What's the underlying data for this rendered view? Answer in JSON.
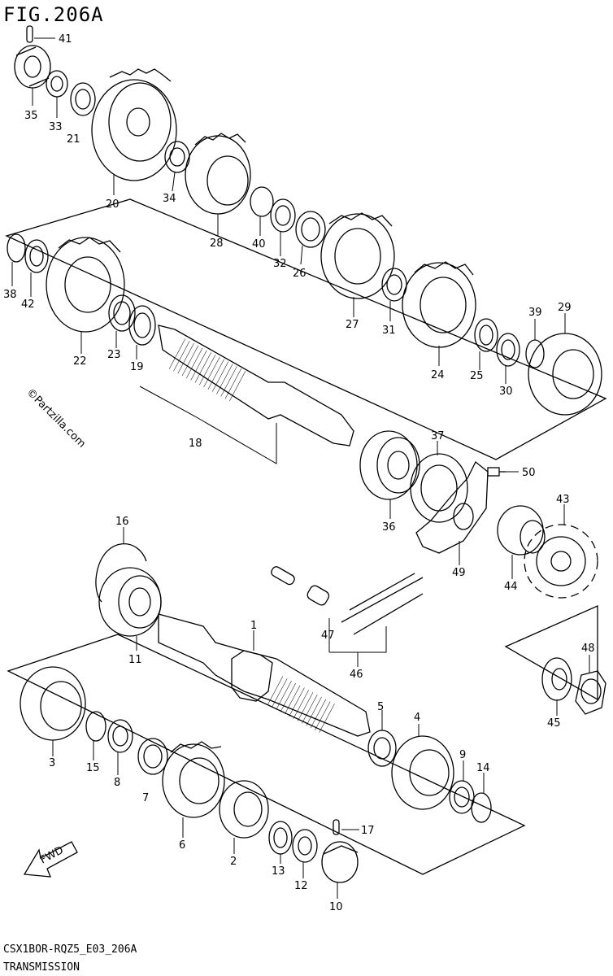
{
  "figure": {
    "title": "FIG.206A",
    "footer_code": "CSX1BOR-RQZ5_E03_206A",
    "footer_name": "TRANSMISSION",
    "watermark": "©Partzilla.com",
    "fwd_label": "FWD"
  },
  "callouts": [
    {
      "id": "41",
      "text": "41"
    },
    {
      "id": "35",
      "text": "35"
    },
    {
      "id": "33",
      "text": "33"
    },
    {
      "id": "21",
      "text": "21"
    },
    {
      "id": "20",
      "text": "20"
    },
    {
      "id": "34",
      "text": "34"
    },
    {
      "id": "28",
      "text": "28"
    },
    {
      "id": "40",
      "text": "40"
    },
    {
      "id": "32",
      "text": "32"
    },
    {
      "id": "26",
      "text": "26"
    },
    {
      "id": "27",
      "text": "27"
    },
    {
      "id": "31",
      "text": "31"
    },
    {
      "id": "24",
      "text": "24"
    },
    {
      "id": "25",
      "text": "25"
    },
    {
      "id": "39",
      "text": "39"
    },
    {
      "id": "29",
      "text": "29"
    },
    {
      "id": "30",
      "text": "30"
    },
    {
      "id": "38",
      "text": "38"
    },
    {
      "id": "42",
      "text": "42"
    },
    {
      "id": "22",
      "text": "22"
    },
    {
      "id": "23",
      "text": "23"
    },
    {
      "id": "19",
      "text": "19"
    },
    {
      "id": "18",
      "text": "18"
    },
    {
      "id": "37",
      "text": "37"
    },
    {
      "id": "50",
      "text": "50"
    },
    {
      "id": "36",
      "text": "36"
    },
    {
      "id": "43",
      "text": "43"
    },
    {
      "id": "49",
      "text": "49"
    },
    {
      "id": "44",
      "text": "44"
    },
    {
      "id": "16",
      "text": "16"
    },
    {
      "id": "11",
      "text": "11"
    },
    {
      "id": "1",
      "text": "1"
    },
    {
      "id": "47",
      "text": "47"
    },
    {
      "id": "46",
      "text": "46"
    },
    {
      "id": "48",
      "text": "48"
    },
    {
      "id": "45",
      "text": "45"
    },
    {
      "id": "3",
      "text": "3"
    },
    {
      "id": "15",
      "text": "15"
    },
    {
      "id": "8",
      "text": "8"
    },
    {
      "id": "7",
      "text": "7"
    },
    {
      "id": "5",
      "text": "5"
    },
    {
      "id": "4",
      "text": "4"
    },
    {
      "id": "9",
      "text": "9"
    },
    {
      "id": "14",
      "text": "14"
    },
    {
      "id": "6",
      "text": "6"
    },
    {
      "id": "2",
      "text": "2"
    },
    {
      "id": "17",
      "text": "17"
    },
    {
      "id": "13",
      "text": "13"
    },
    {
      "id": "12",
      "text": "12"
    },
    {
      "id": "10",
      "text": "10"
    }
  ]
}
